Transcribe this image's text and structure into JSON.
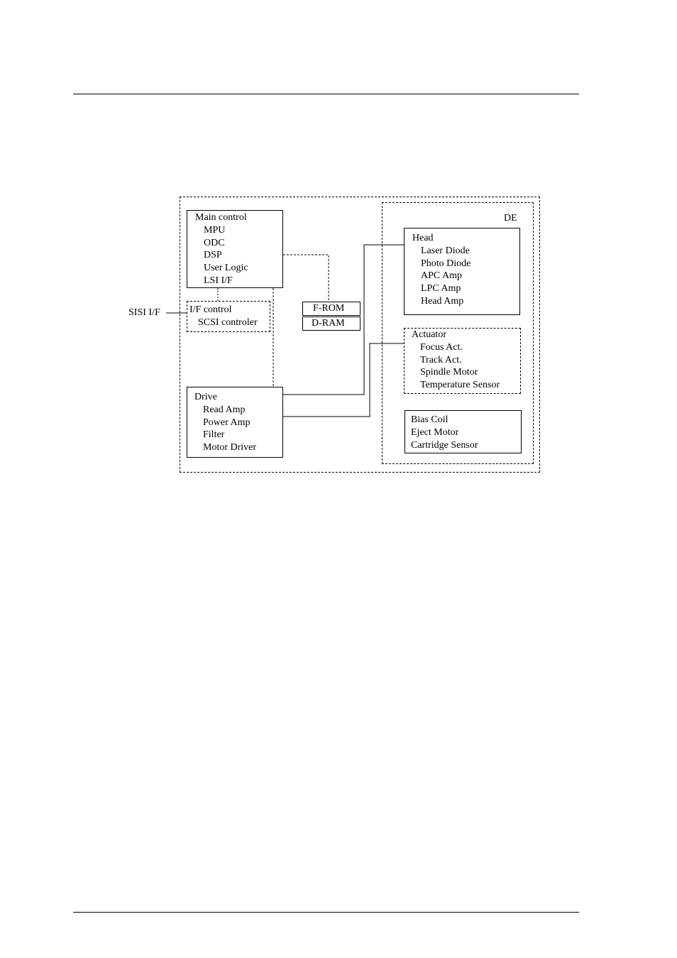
{
  "diagram": {
    "external_interface": "SISI I/F",
    "de_label": "DE",
    "main_control": {
      "title": "Main control",
      "items": [
        "MPU",
        "ODC",
        "DSP",
        "User Logic",
        "LSI I/F"
      ]
    },
    "if_control": {
      "title": "I/F control",
      "items": [
        "SCSI controler"
      ]
    },
    "memory": {
      "from": "F-ROM",
      "dram": "D-RAM"
    },
    "drive": {
      "title": "Drive",
      "items": [
        "Read Amp",
        "Power Amp",
        "Filter",
        "Motor Driver"
      ]
    },
    "head": {
      "title": "Head",
      "items": [
        "Laser Diode",
        "Photo Diode",
        "APC Amp",
        "LPC Amp",
        "Head Amp"
      ]
    },
    "actuator": {
      "title": "Actuator",
      "items": [
        "Focus Act.",
        "Track Act.",
        "Spindle Motor",
        "Temperature Sensor"
      ]
    },
    "misc": {
      "items": [
        "Bias Coil",
        "Eject Motor",
        "Cartridge Sensor"
      ]
    }
  }
}
